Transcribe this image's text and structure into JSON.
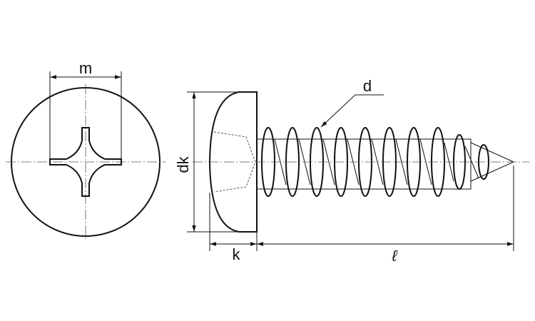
{
  "labels": {
    "m": "m",
    "d": "d",
    "dk": "dk",
    "k": "k",
    "l": "ℓ"
  },
  "colors": {
    "line": "#111111",
    "background": "#ffffff"
  }
}
